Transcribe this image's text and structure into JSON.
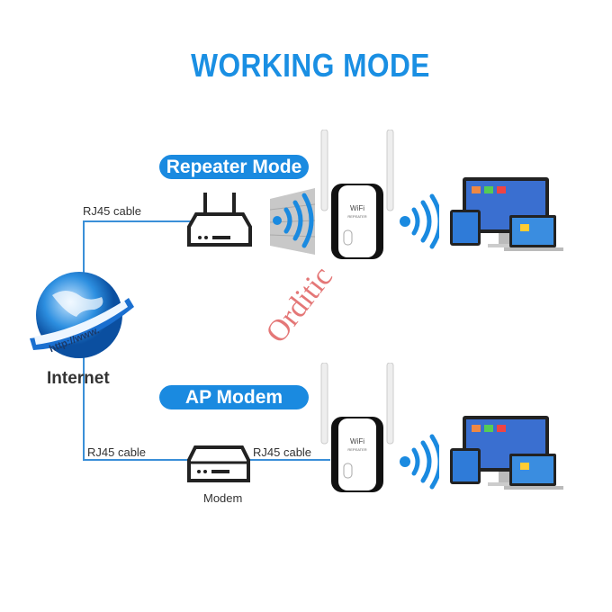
{
  "title": "WORKING MODE",
  "internet": {
    "label": "Internet",
    "globe_text": "http://www."
  },
  "repeater_mode": {
    "label": "Repeater Mode",
    "cable_label": "RJ45 cable"
  },
  "ap_modem": {
    "label": "AP Modem",
    "cable_left": "RJ45 cable",
    "cable_right": "RJ45 cable",
    "modem_label": "Modem"
  },
  "device_text": {
    "brand": "WiFi",
    "model": "REPEATER"
  },
  "watermark": "Orditic",
  "colors": {
    "accent": "#1a8ae0",
    "watermark": "#e06060"
  }
}
